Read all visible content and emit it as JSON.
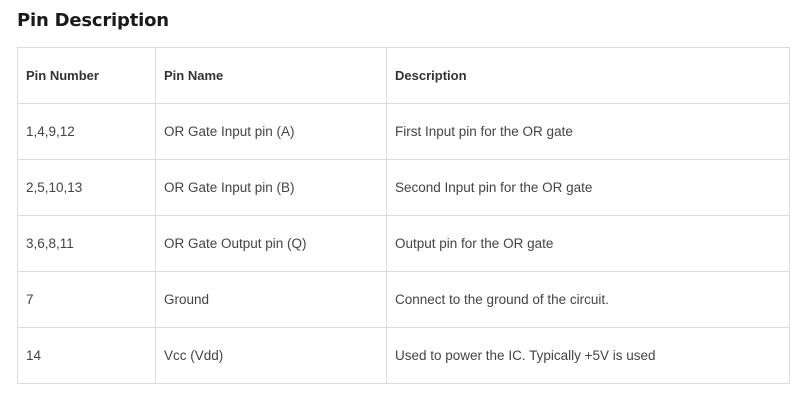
{
  "heading": "Pin Description",
  "table": {
    "headers": [
      "Pin Number",
      "Pin Name",
      "Description"
    ],
    "rows": [
      [
        "1,4,9,12",
        "OR Gate Input pin (A)",
        "First Input pin for the OR gate"
      ],
      [
        "2,5,10,13",
        "OR Gate Input pin (B)",
        "Second Input pin for the OR gate"
      ],
      [
        "3,6,8,11",
        "OR Gate Output pin (Q)",
        "Output pin for the OR gate"
      ],
      [
        "7",
        "Ground",
        "Connect to the ground of the circuit."
      ],
      [
        "14",
        "Vcc (Vdd)",
        "Used to power the IC. Typically +5V is used"
      ]
    ]
  }
}
